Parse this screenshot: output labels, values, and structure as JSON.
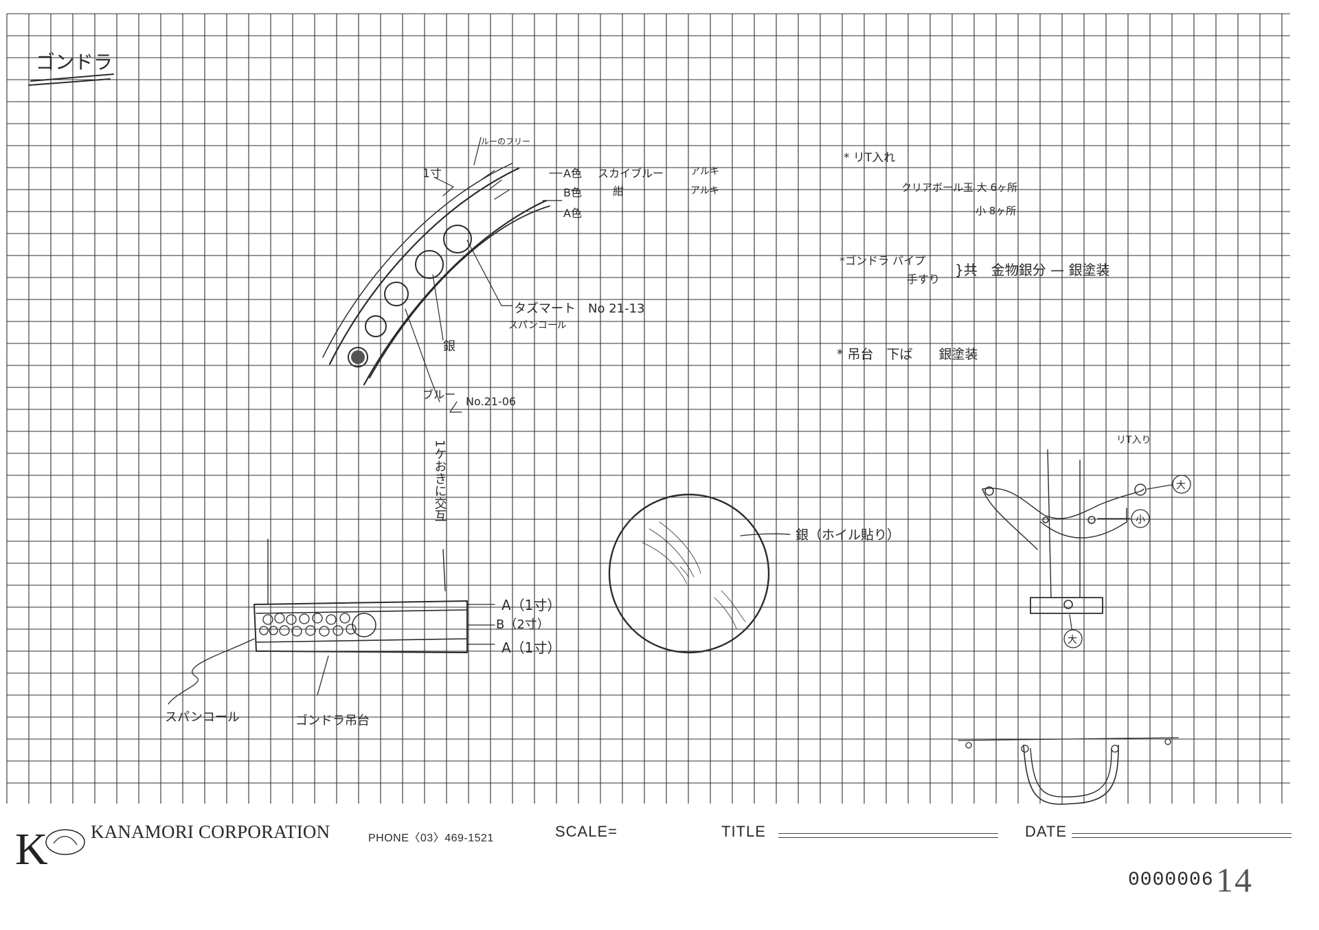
{
  "sheet": {
    "heading": "ゴンドラ",
    "arc_label_top": "ルーのフリー",
    "arc_width_label": "1寸",
    "color_a1": "A色",
    "color_a1_name": "スカイブルー",
    "color_a1_material": "アルキ",
    "color_b": "B色",
    "color_b_name": "紺",
    "color_b_material": "アルキ",
    "color_a2": "A色",
    "sequin_ref": "タズマート　No 21-13",
    "sequin_word": "スパンコール",
    "silver": "銀",
    "blue": "ブルー",
    "blue_ref": "No.21-06",
    "alternate_note": "1ケおきに交互",
    "spec_note_1": "* リT入れ",
    "spec_note_1_detail": "クリアボール玉 大 6ヶ所",
    "spec_note_1_small": "小 8ヶ所",
    "spec_note_2a": "*ゴンドラ パイプ",
    "spec_note_2b": "手すり",
    "spec_note_2_rest": "}共　金物銀分 — 銀塗装",
    "spec_note_3": "* 吊台　下ば　　銀塗装",
    "side_a_top": "A（1寸）",
    "side_b": "B（2寸）",
    "side_a_bottom": "A（1寸）",
    "sequin_label": "スパンコール",
    "gondola_label": "ゴンドラ吊台",
    "disc_label": "銀（ホイル貼り）",
    "frame_note": "リT入り",
    "big_mark": "大",
    "small_mark": "小"
  },
  "footer": {
    "company": "KANAMORI CORPORATION",
    "phone": "PHONE〈03〉469-1521",
    "scale_label": "SCALE=",
    "title_label": "TITLE",
    "date_label": "DATE",
    "serial": "0000006",
    "serial_suffix": "14"
  },
  "colors": {
    "grid": "#2f2f2f",
    "ink": "#2b2b2b",
    "paper": "#ffffff"
  }
}
